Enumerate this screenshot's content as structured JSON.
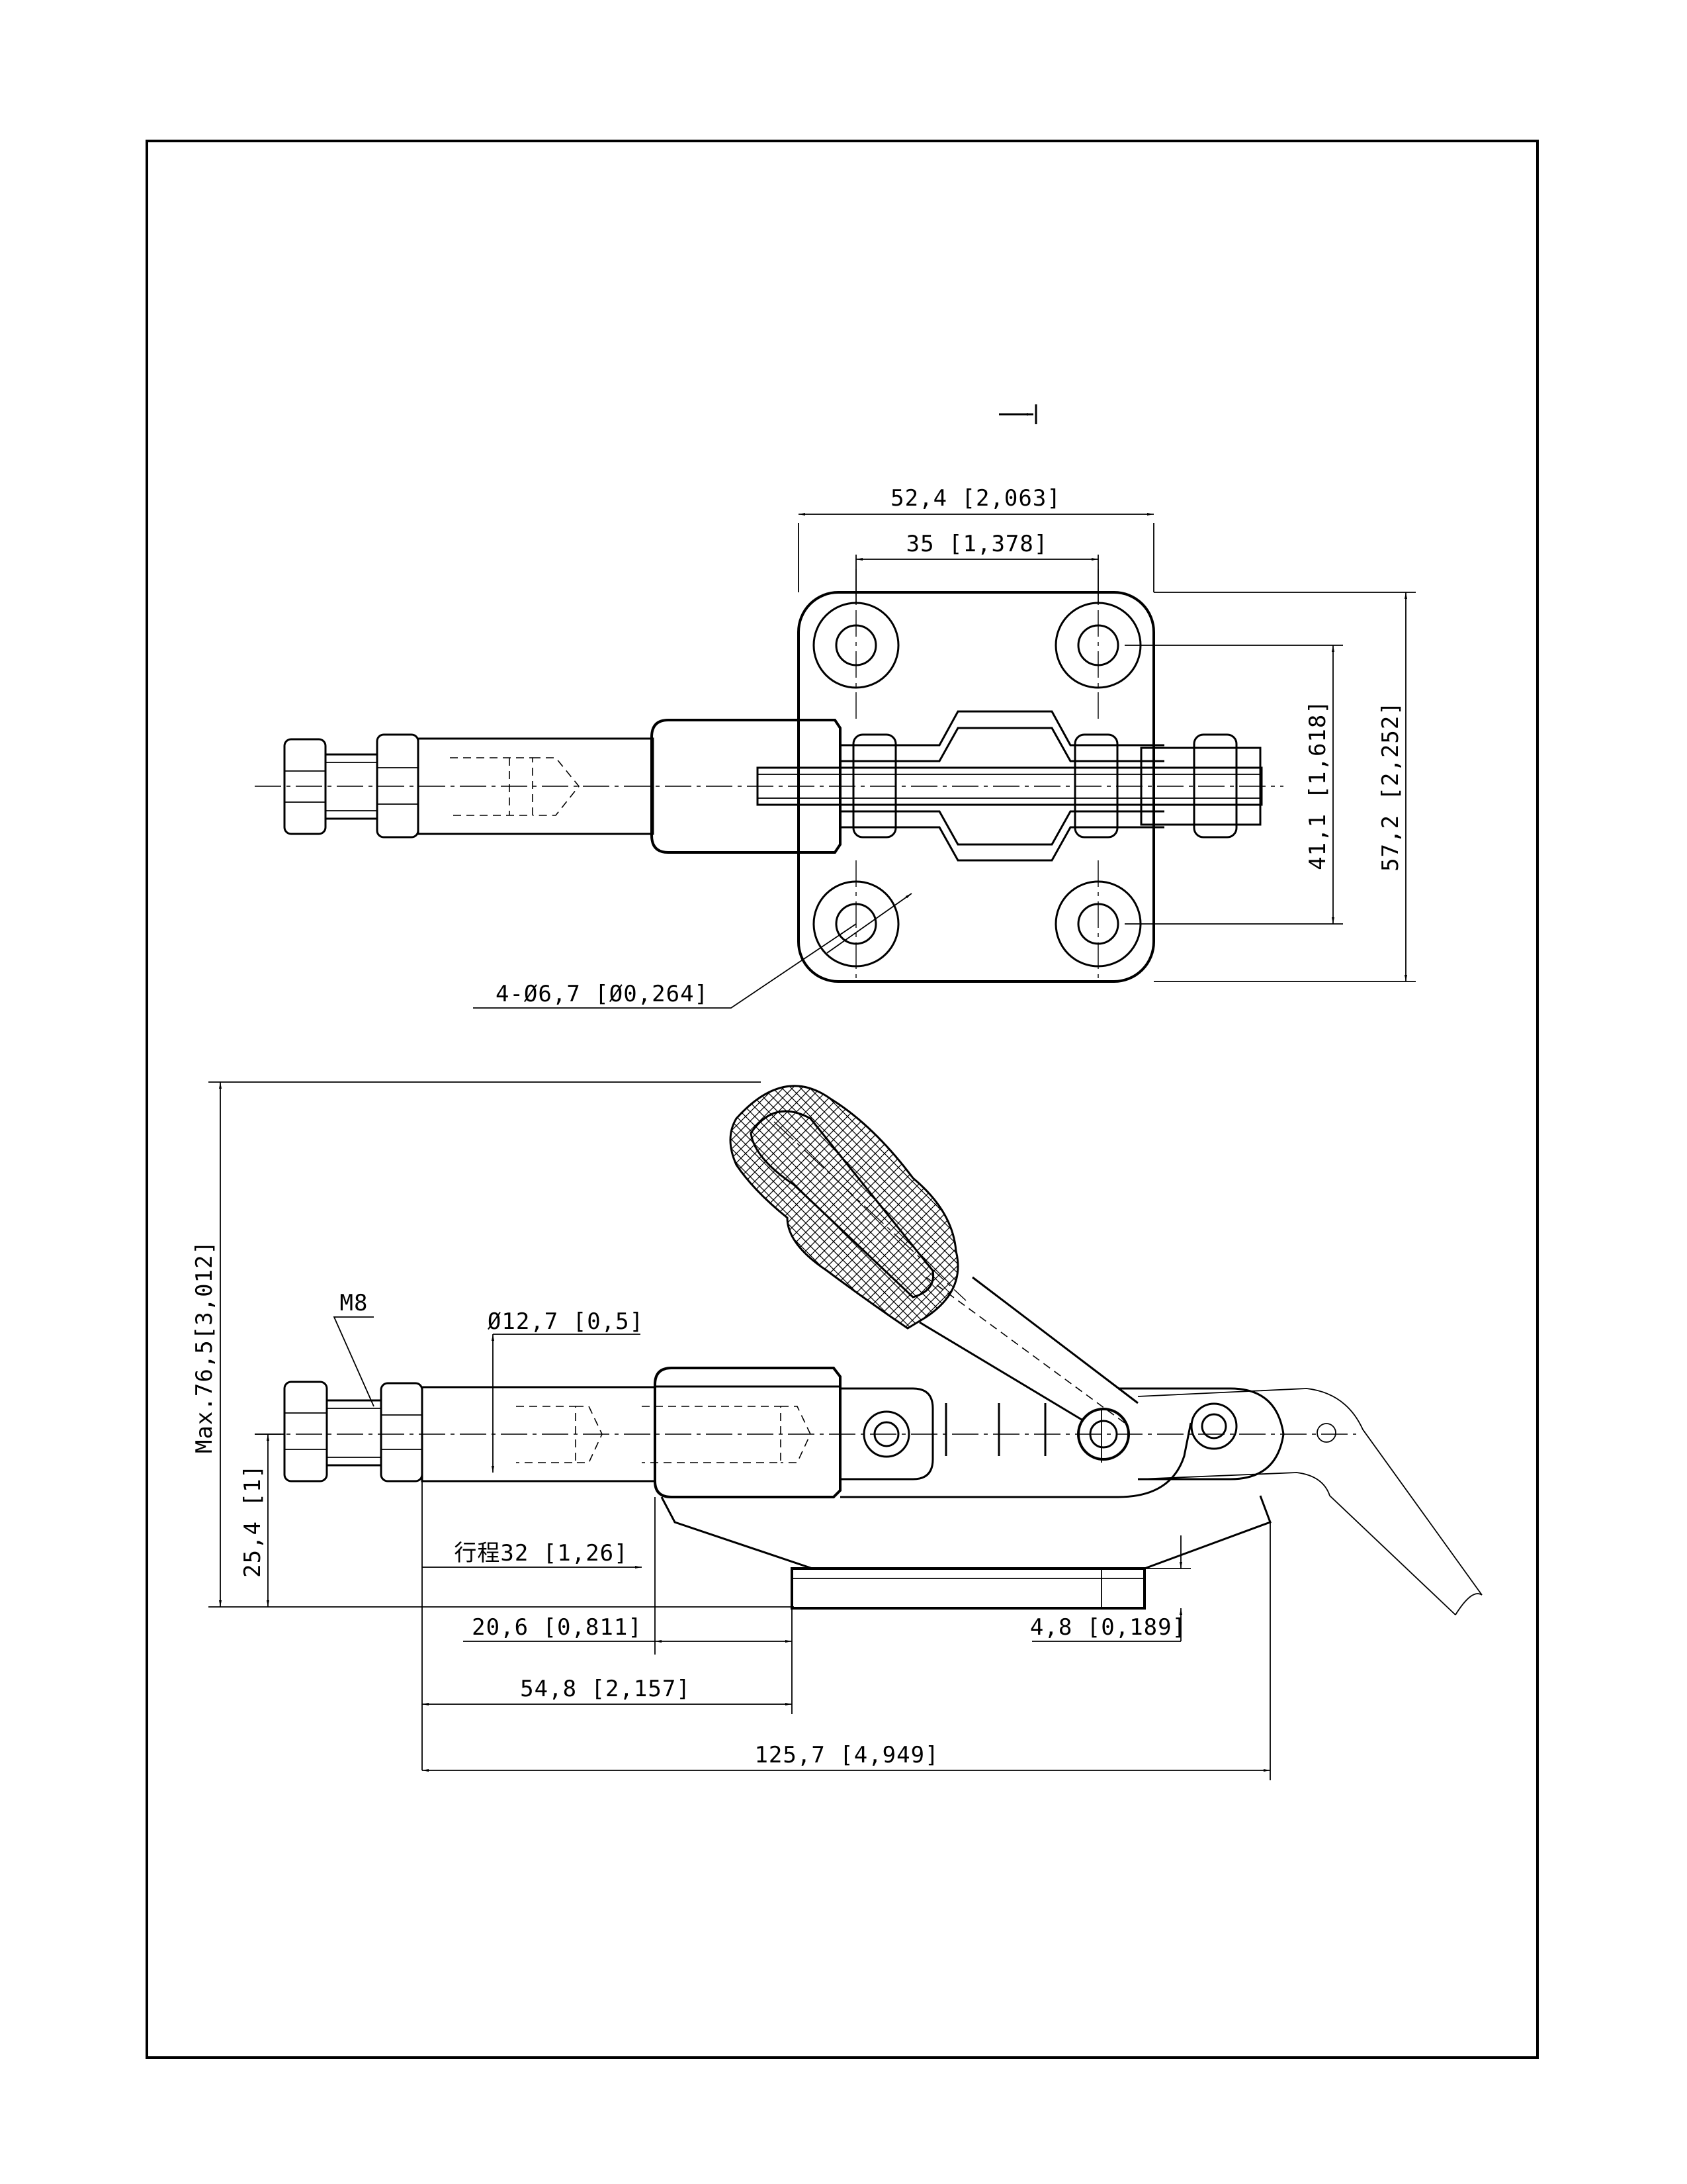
{
  "drawing": {
    "top_view": {
      "dim_width_outer": "52,4 [2,063]",
      "dim_hole_pitch_x": "35 [1,378]",
      "dim_hole_pitch_y": "41,1 [1,618]",
      "dim_height_outer": "57,2 [2,252]",
      "dim_holes": "4-Ø6,7 [Ø0,264]"
    },
    "side_view": {
      "dim_max_height": "Max.76,5[3,012]",
      "dim_thread": "M8",
      "dim_plunger_dia": "Ø12,7 [0,5]",
      "dim_axis_height": "25,4 [1]",
      "dim_stroke": "行程32 [1,26]",
      "dim_body_len": "20,6 [0,811]",
      "dim_base_thk": "4,8 [0,189]",
      "dim_plunger_len": "54,8 [2,157]",
      "dim_overall_len": "125,7 [4,949]"
    }
  }
}
